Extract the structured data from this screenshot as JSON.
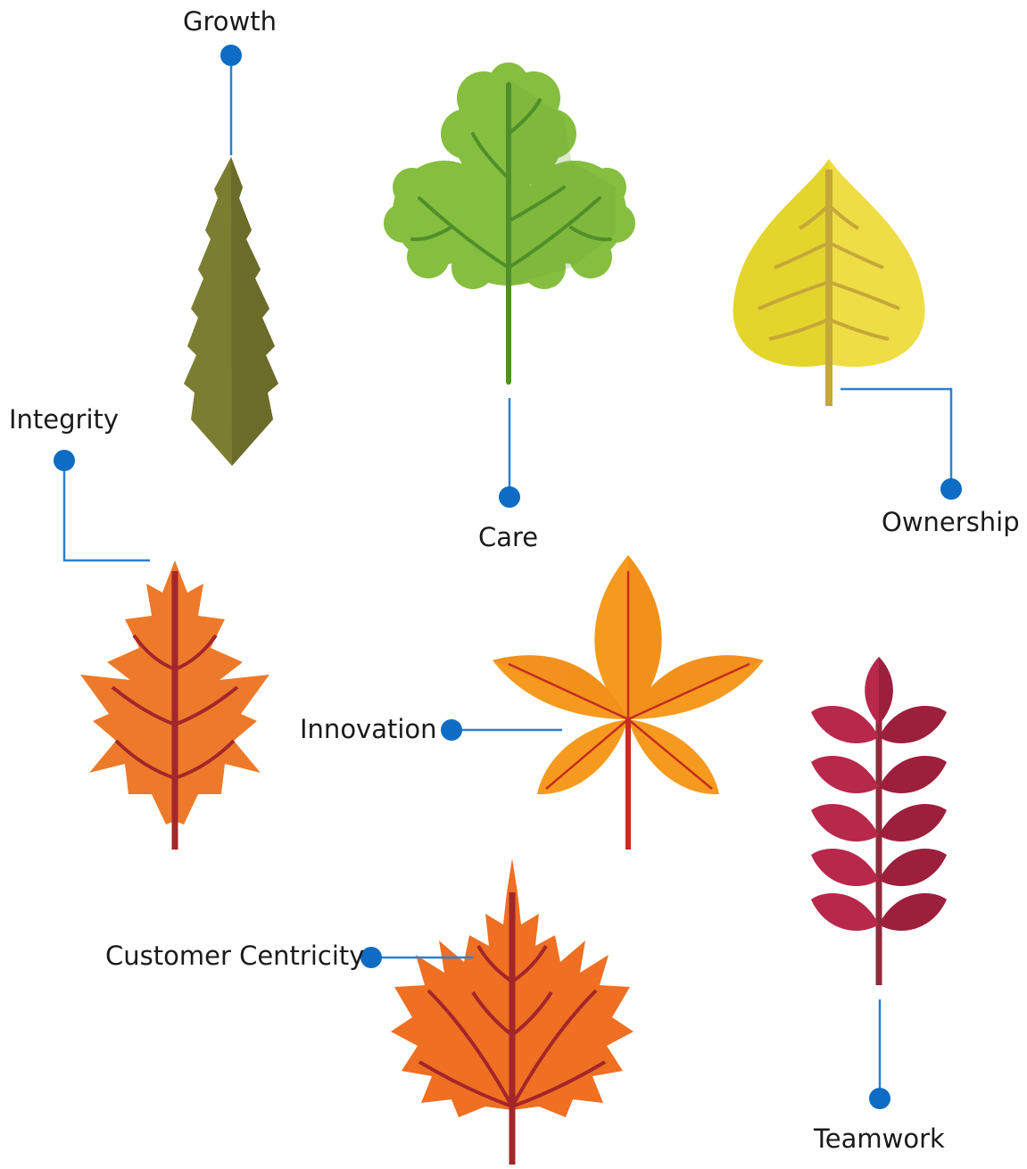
{
  "colors": {
    "connector": "#2f7fcf",
    "dot": "#0e6cc4",
    "growth_leaf": "#7b7d32",
    "growth_leaf_dark": "#6b6c2a",
    "growth_vein": "#b0262a",
    "care_leaf": "#86be3f",
    "care_leaf_dark": "#6fa733",
    "care_vein": "#4f8f2b",
    "ownership_leaf": "#e3d52c",
    "ownership_leaf_light": "#eedd44",
    "ownership_vein": "#c4a83a",
    "integrity_leaf": "#ec7a2a",
    "integrity_vein": "#a3262b",
    "innovation_leaf": "#f69a1f",
    "innovation_leaf_dark": "#ee8a1b",
    "innovation_vein": "#c42d1f",
    "teamwork_leaf": "#b8284a",
    "teamwork_leaf_dark": "#9c1f3c",
    "teamwork_stem": "#8f2a3a",
    "customer_leaf": "#ef6f23",
    "customer_vein": "#a3262b"
  },
  "labels": {
    "growth": "Growth",
    "care": "Care",
    "ownership": "Ownership",
    "integrity": "Integrity",
    "innovation": "Innovation",
    "teamwork": "Teamwork",
    "customer_centricity": "Customer Centricity"
  },
  "icons": {
    "growth": "lanceolate-leaf-icon",
    "care": "lobed-leaf-icon",
    "ownership": "heart-shaped-leaf-icon",
    "integrity": "oak-leaf-icon",
    "innovation": "chestnut-leaf-icon",
    "teamwork": "compound-leaf-icon",
    "customer_centricity": "maple-leaf-icon"
  }
}
